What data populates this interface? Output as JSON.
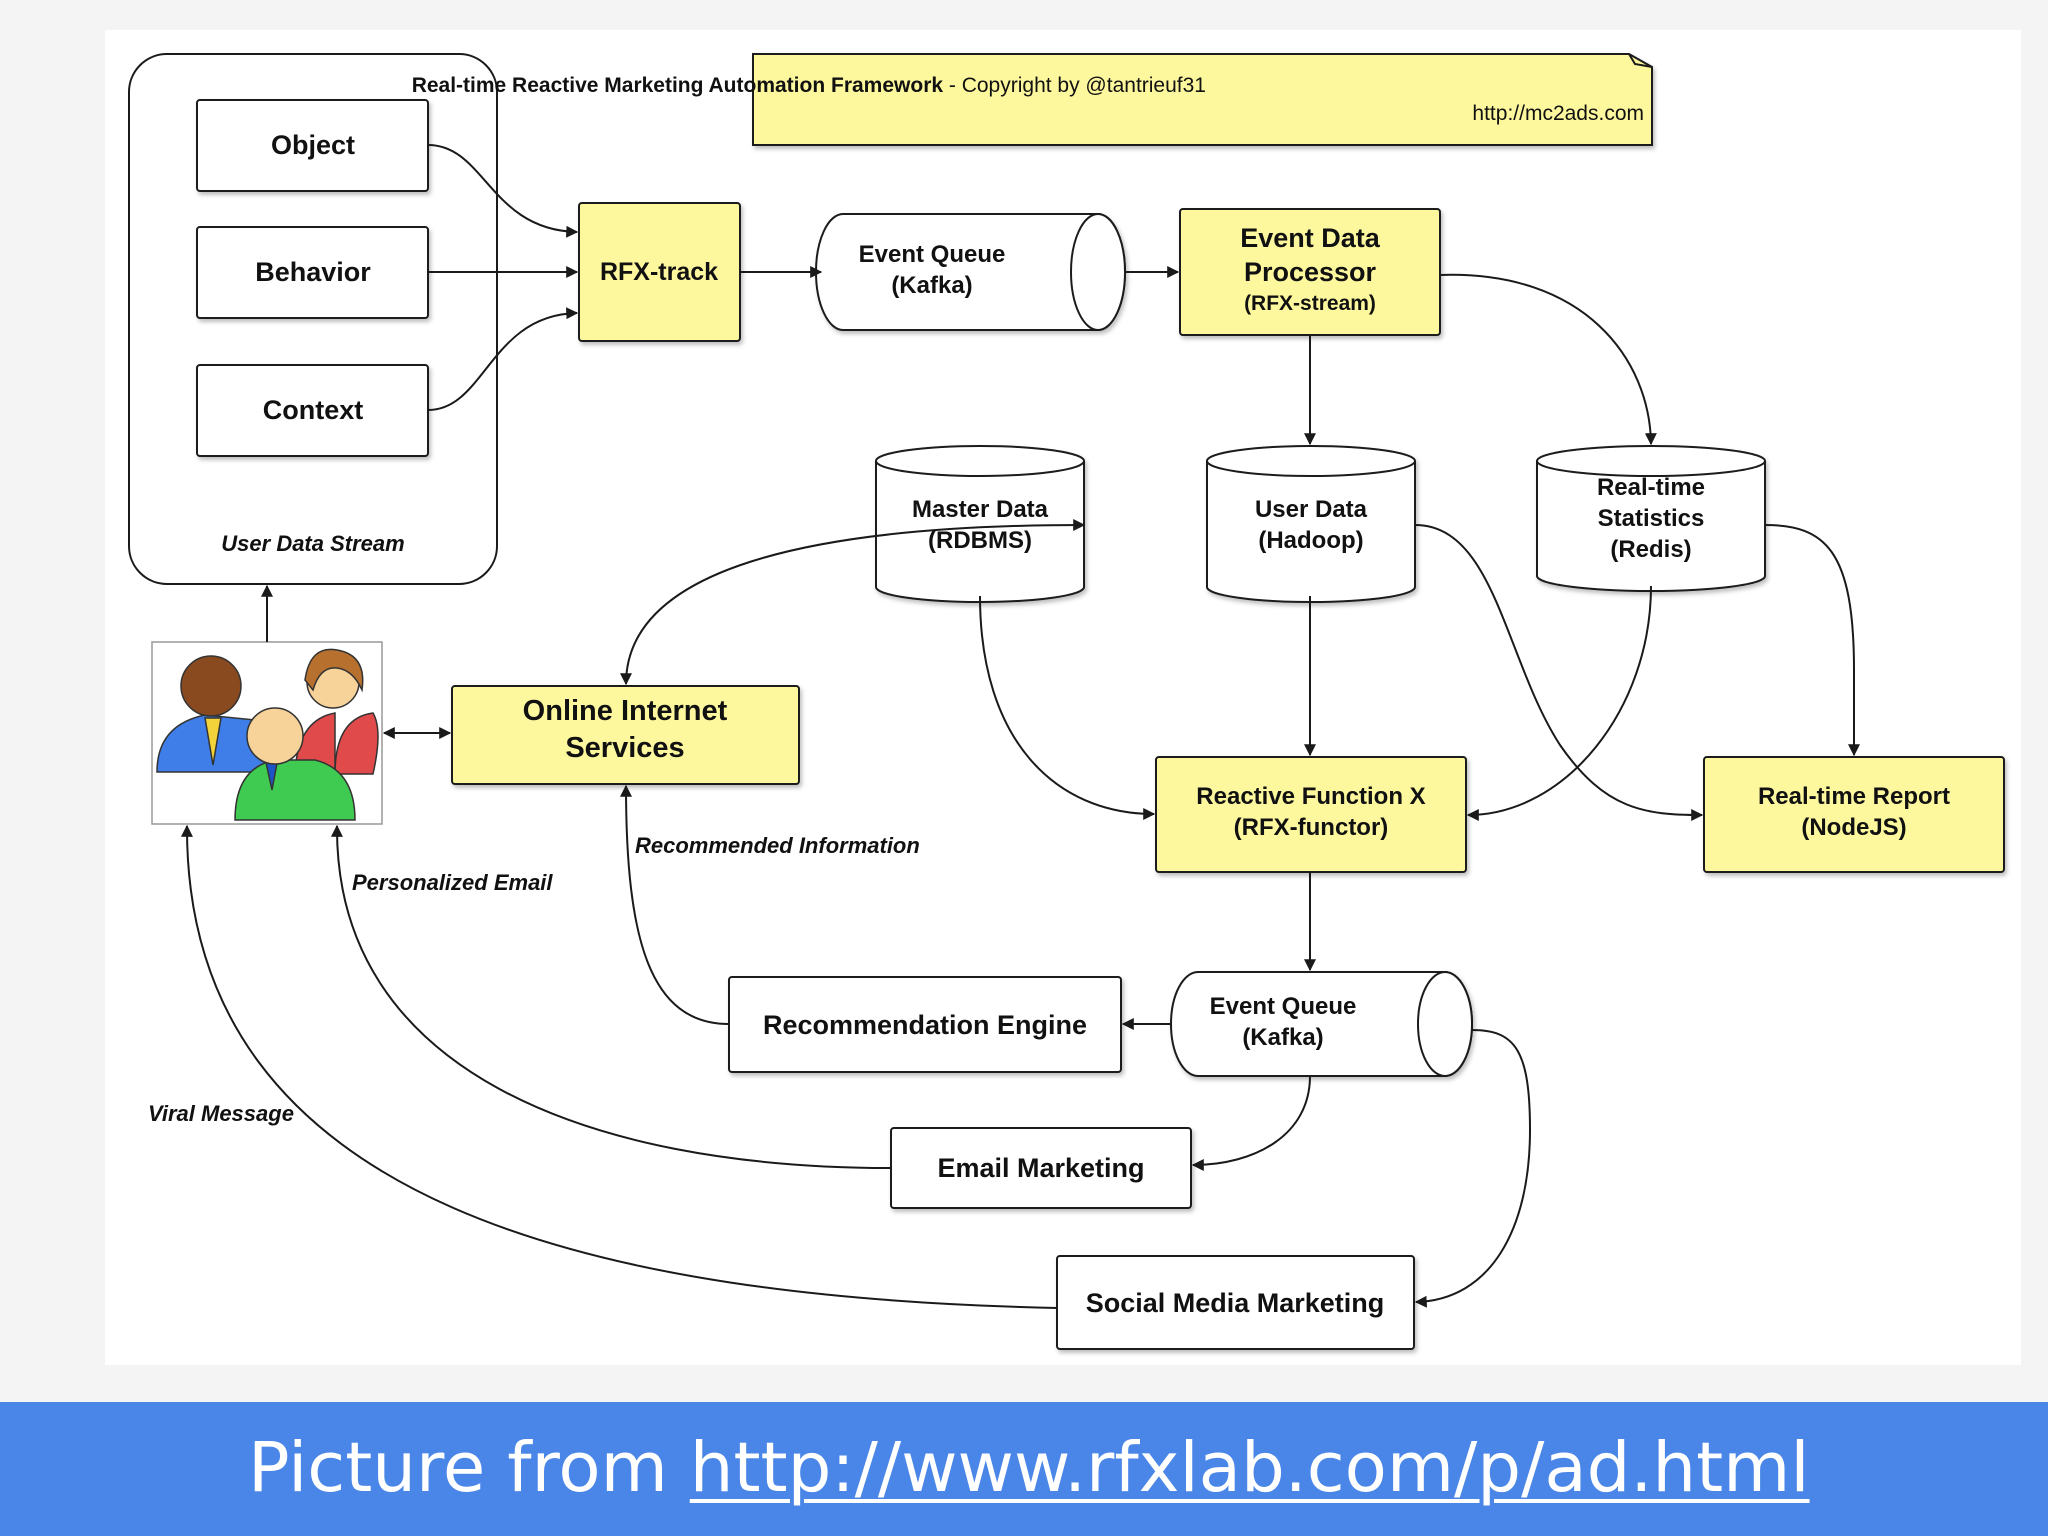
{
  "diagram": {
    "title": {
      "bold": "Real-time Reactive Marketing Automation Framework",
      "rest": " - Copyright by @tantrieuf31",
      "url": "http://mc2ads.com"
    },
    "nodes": {
      "object": "Object",
      "behavior": "Behavior",
      "context": "Context",
      "user_data_stream": "User Data Stream",
      "rfx_track": "RFX-track",
      "event_queue_top": [
        "Event Queue",
        "(Kafka)"
      ],
      "event_data_processor": [
        "Event Data",
        "Processor",
        "(RFX-stream)"
      ],
      "master_data": [
        "Master Data",
        "(RDBMS)"
      ],
      "user_data": [
        "User Data",
        "(Hadoop)"
      ],
      "realtime_statistics": [
        "Real-time",
        "Statistics",
        "(Redis)"
      ],
      "online_internet_services": [
        "Online Internet",
        "Services"
      ],
      "reactive_function": [
        "Reactive Function X",
        "(RFX-functor)"
      ],
      "realtime_report": [
        "Real-time Report",
        "(NodeJS)"
      ],
      "recommendation_engine": "Recommendation Engine",
      "event_queue_bottom": [
        "Event Queue",
        "(Kafka)"
      ],
      "email_marketing": "Email Marketing",
      "social_media_marketing": "Social Media Marketing"
    },
    "edge_labels": {
      "recommended_information": "Recommended Information",
      "personalized_email": "Personalized Email",
      "viral_message": "Viral Message"
    },
    "colors": {
      "highlight_fill": "#fdf89e",
      "line": "#1a1a1a"
    },
    "icons": [
      "users-group-icon"
    ]
  },
  "footer": {
    "prefix": "Picture from ",
    "link": "http://www.rfxlab.com/p/ad.html"
  }
}
